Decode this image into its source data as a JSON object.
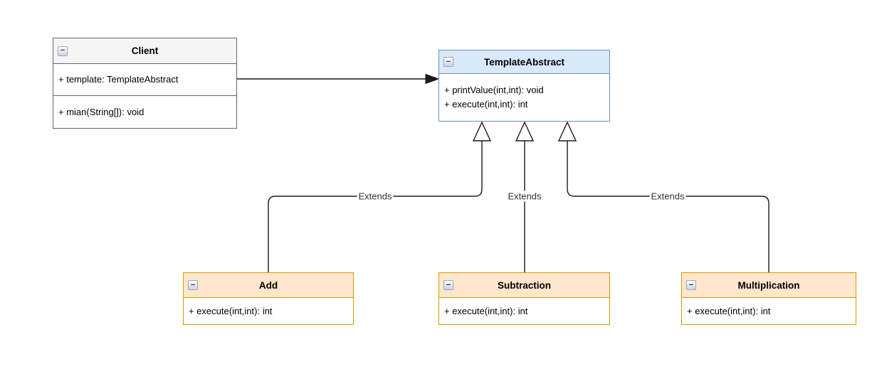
{
  "classes": [
    {
      "title": "Client",
      "attributes": [
        "+ template: TemplateAbstract"
      ],
      "methods": [
        "+ mian(String[]): void"
      ]
    },
    {
      "title": "TemplateAbstract",
      "methods": [
        "+ printValue(int,int): void",
        "+ execute(int,int): int"
      ]
    },
    {
      "title": "Add",
      "methods": [
        "+ execute(int,int): int"
      ]
    },
    {
      "title": "Subtraction",
      "methods": [
        "+ execute(int,int): int"
      ]
    },
    {
      "title": "Multiplication",
      "methods": [
        "+ execute(int,int): int"
      ]
    }
  ],
  "edges": {
    "extends_labels": [
      "Extends",
      "Extends",
      "Extends"
    ]
  },
  "icons": {
    "collapse_minus": "−"
  },
  "colors": {
    "client_header": "#f5f5f5",
    "client_border": "#666666",
    "template_header": "#dae8fc",
    "template_border": "#6c8ebf",
    "concrete_header": "#ffe6cc",
    "concrete_border": "#d79b00",
    "connector": "#1a1a1a",
    "canvas_bg": "#ffffff"
  }
}
